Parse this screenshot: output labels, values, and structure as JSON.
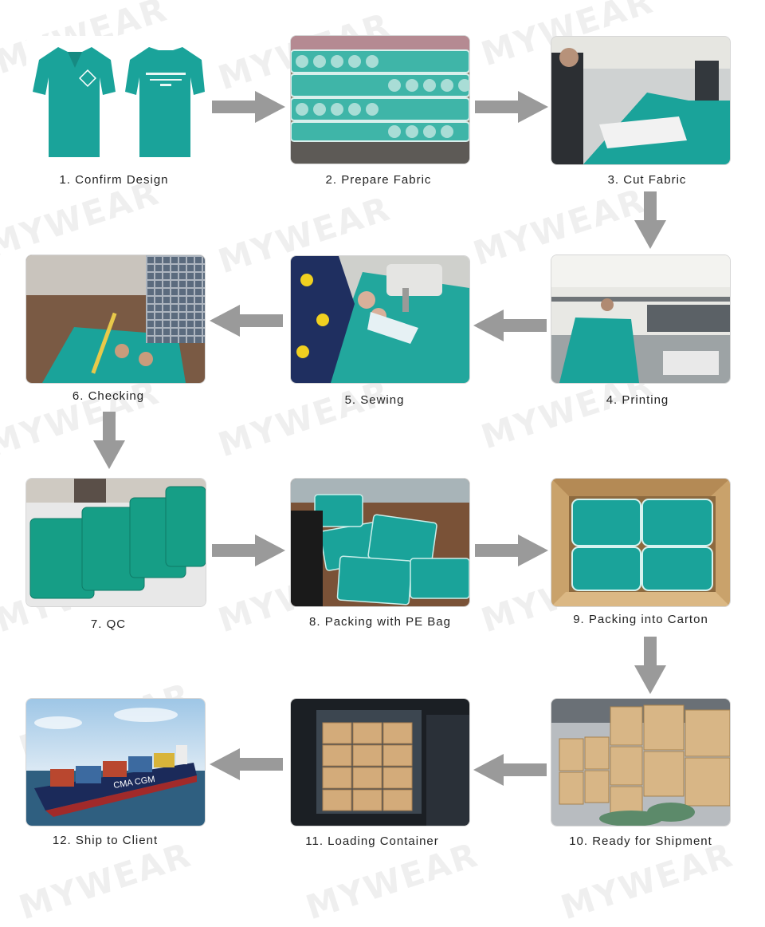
{
  "watermark": "MYWEAR",
  "colors": {
    "teal": "#1aa39a",
    "arrow": "#9a9a9a",
    "cardboard": "#c9a26b"
  },
  "steps": [
    {
      "label": "1. Confirm Design",
      "icon": "polo-shirt-design-photo"
    },
    {
      "label": "2. Prepare Fabric",
      "icon": "fabric-rolls-photo"
    },
    {
      "label": "3. Cut Fabric",
      "icon": "cutting-table-photo"
    },
    {
      "label": "4. Printing",
      "icon": "printing-machine-photo"
    },
    {
      "label": "5. Sewing",
      "icon": "sewing-machine-photo"
    },
    {
      "label": "6. Checking",
      "icon": "measuring-shirt-photo"
    },
    {
      "label": "7. QC",
      "icon": "folded-shirts-photo"
    },
    {
      "label": "8. Packing with PE Bag",
      "icon": "pe-bag-packing-photo"
    },
    {
      "label": "9. Packing into Carton",
      "icon": "carton-box-photo"
    },
    {
      "label": "10. Ready for Shipment",
      "icon": "stacked-cartons-photo"
    },
    {
      "label": "11. Loading Container",
      "icon": "container-loading-photo"
    },
    {
      "label": "12. Ship to Client",
      "icon": "cargo-ship-photo"
    }
  ]
}
